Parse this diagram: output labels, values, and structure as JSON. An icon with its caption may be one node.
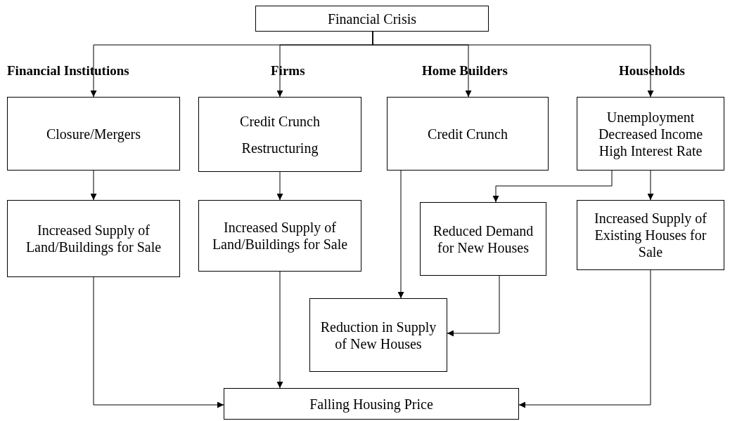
{
  "diagram": {
    "nodes": [
      {
        "text": [
          "Financial Crisis"
        ]
      },
      {
        "text": [
          "Closure/Mergers"
        ]
      },
      {
        "text": [
          "Credit Crunch",
          "Restructuring"
        ]
      },
      {
        "text": [
          "Credit Crunch"
        ]
      },
      {
        "text": [
          "Unemployment",
          "Decreased Income",
          "High Interest Rate"
        ]
      },
      {
        "text": [
          "Increased Supply of Land/Buildings for Sale"
        ]
      },
      {
        "text": [
          "Increased Supply of Land/Buildings for Sale"
        ]
      },
      {
        "text": [
          "Reduced Demand for New Houses"
        ]
      },
      {
        "text": [
          "Increased Supply of Existing Houses for Sale"
        ]
      },
      {
        "text": [
          "Reduction in Supply of New Houses"
        ]
      },
      {
        "text": [
          "Falling Housing Price"
        ]
      }
    ],
    "edges": [
      {
        "from": 0,
        "to": 1,
        "arrow": "to"
      },
      {
        "from": 0,
        "to": 2,
        "arrow": "to"
      },
      {
        "from": 0,
        "to": 3,
        "arrow": "to"
      },
      {
        "from": 0,
        "to": 4,
        "arrow": "to"
      },
      {
        "from": 1,
        "to": 5,
        "arrow": "to"
      },
      {
        "from": 2,
        "to": 6,
        "arrow": "to"
      },
      {
        "from": 4,
        "to": 8,
        "arrow": "to"
      },
      {
        "from": 4,
        "to": 7,
        "arrow": "to"
      },
      {
        "from": 3,
        "to": 9,
        "arrow": "to"
      },
      {
        "from": 7,
        "to": 9,
        "arrow": "to"
      },
      {
        "from": 5,
        "to": 10,
        "arrow": "to"
      },
      {
        "from": 6,
        "to": 10,
        "arrow": "to"
      },
      {
        "from": 8,
        "to": 10,
        "arrow": "to"
      }
    ],
    "labels": [
      "Financial Institutions",
      "Firms",
      "Home Builders",
      "Households"
    ]
  }
}
